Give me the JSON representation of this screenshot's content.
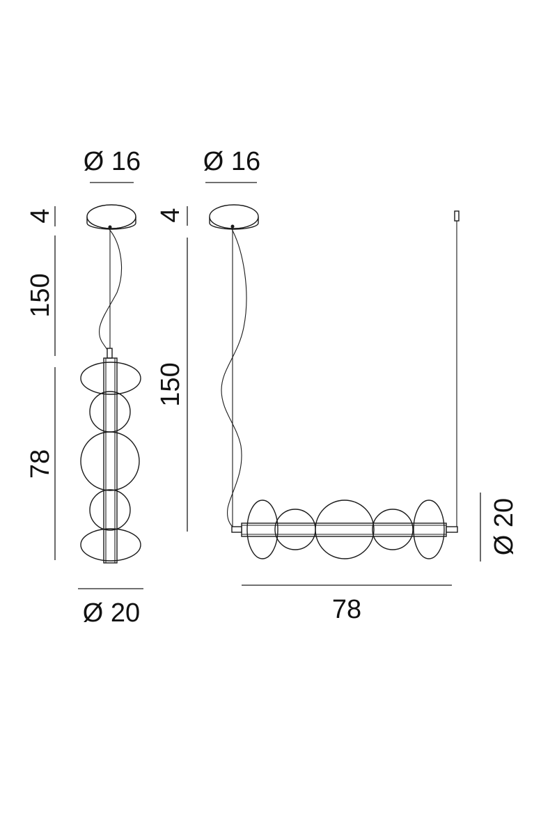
{
  "diagram": {
    "front_view": {
      "canopy_diameter": "Ø 16",
      "canopy_height": "4",
      "cable_length": "150",
      "body_height": "78",
      "body_diameter": "Ø 20"
    },
    "side_view": {
      "canopy_diameter": "Ø 16",
      "canopy_height": "4",
      "cable_length": "150",
      "body_length": "78",
      "body_diameter": "Ø 20"
    }
  }
}
